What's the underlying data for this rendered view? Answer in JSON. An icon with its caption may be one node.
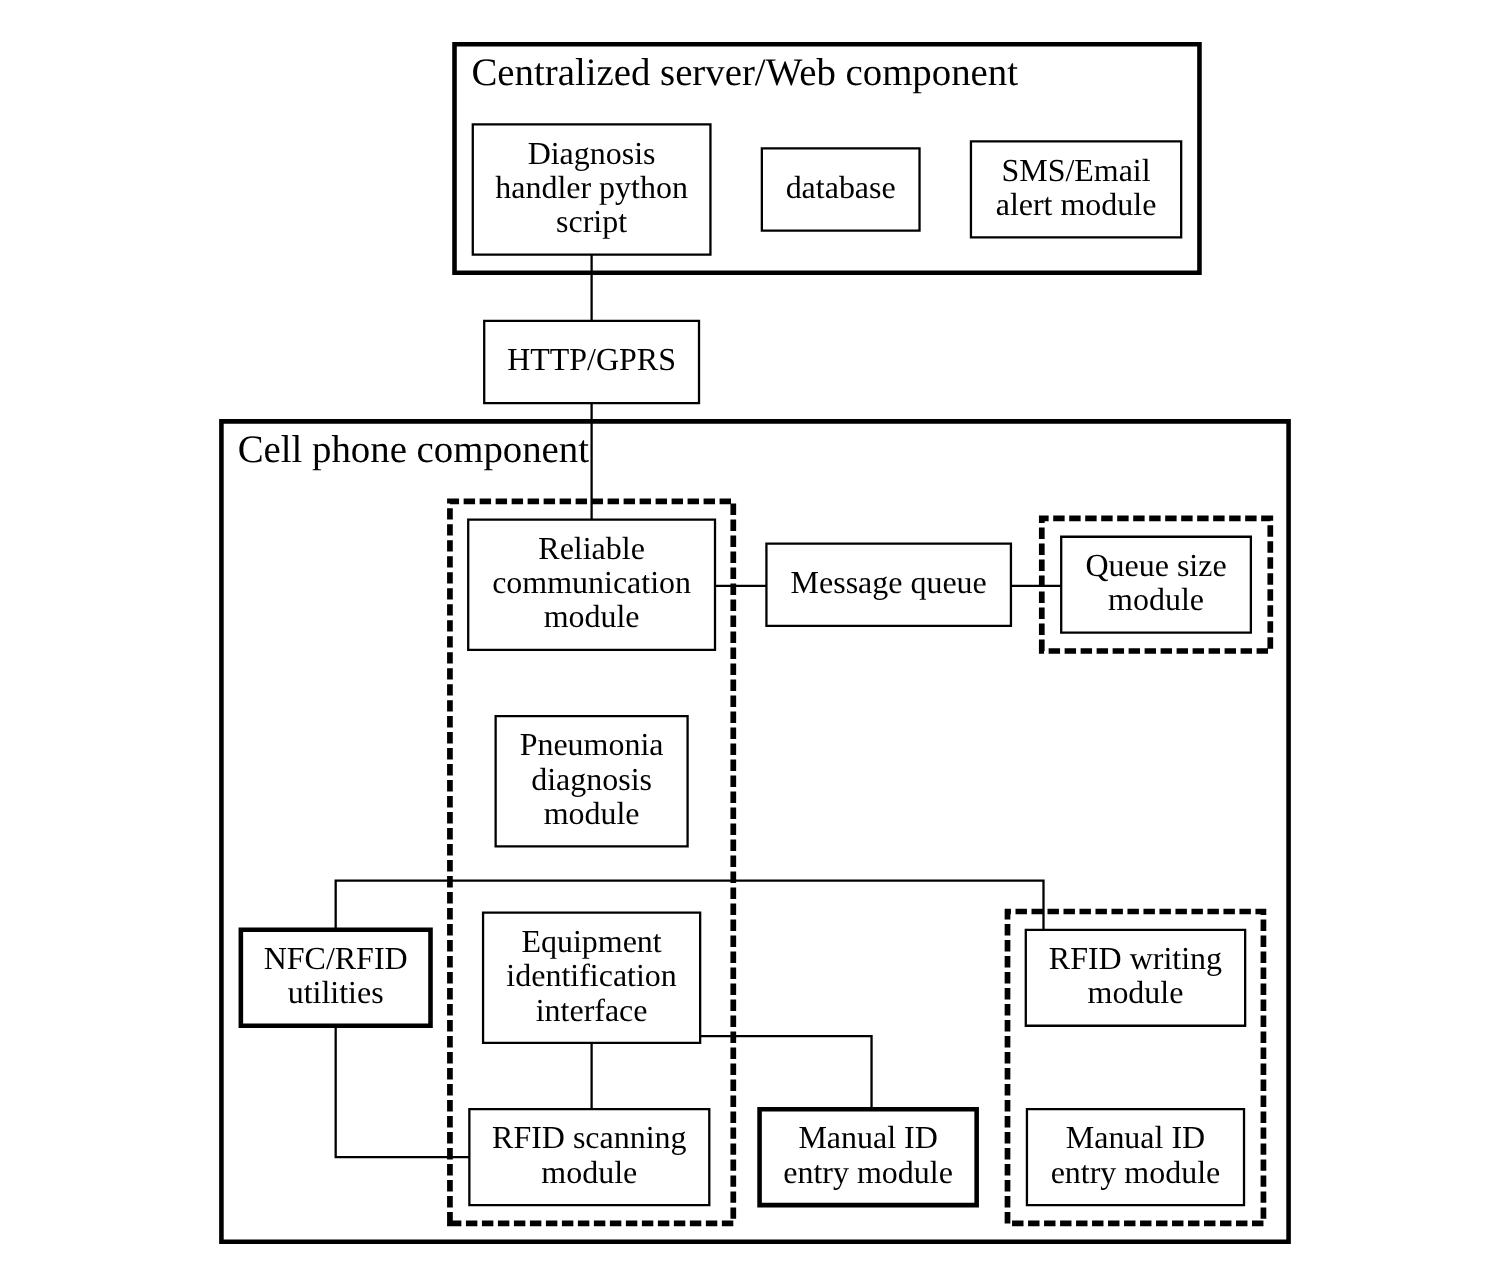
{
  "diagram": {
    "nodes": [
      {
        "text": [
          "Centralized server/Web component"
        ]
      },
      {
        "text": [
          "SMS/Email alert module"
        ],
        "in": 0
      },
      {
        "text": [
          "database"
        ],
        "in": 0
      },
      {
        "text": [
          "Diagnosis handler python script"
        ],
        "in": 0
      },
      {
        "text": [
          "HTTP/GPRS"
        ]
      },
      {
        "text": [
          "Cell phone component"
        ]
      },
      {
        "text": [],
        "shape": "box",
        "in": 5
      },
      {
        "text": [
          "Queue size module"
        ],
        "in": 6
      },
      {
        "text": [
          "Message queue"
        ],
        "in": 5
      },
      {
        "text": [],
        "shape": "box",
        "in": 5
      },
      {
        "text": [
          "RFID writing module"
        ],
        "in": 9
      },
      {
        "text": [
          "Manual ID entry module"
        ],
        "in": 9
      },
      {
        "text": [
          "NFC/RFID utilities"
        ],
        "in": 5
      },
      {
        "text": [],
        "shape": "box",
        "in": 5
      },
      {
        "text": [
          "Reliable communication module"
        ],
        "in": 13
      },
      {
        "text": [
          "Pneumonia diagnosis module"
        ],
        "in": 13
      },
      {
        "text": [
          "Equipment identification interface"
        ],
        "in": 13
      },
      {
        "text": [
          "RFID scanning module"
        ],
        "in": 13
      },
      {
        "text": [
          "Manual ID entry module"
        ],
        "in": 5
      }
    ],
    "edges": [
      {
        "from": 3,
        "to": 4,
        "arrow": "none"
      },
      {
        "from": 4,
        "to": 14,
        "arrow": "none"
      },
      {
        "from": 7,
        "to": 8,
        "arrow": "none"
      },
      {
        "from": 8,
        "to": 14,
        "arrow": "none"
      },
      {
        "from": 10,
        "to": 12,
        "arrow": "none"
      },
      {
        "from": 12,
        "to": 17,
        "arrow": "none"
      },
      {
        "from": 16,
        "to": 17,
        "arrow": "none"
      },
      {
        "from": 16,
        "to": 18,
        "arrow": "none"
      }
    ]
  }
}
